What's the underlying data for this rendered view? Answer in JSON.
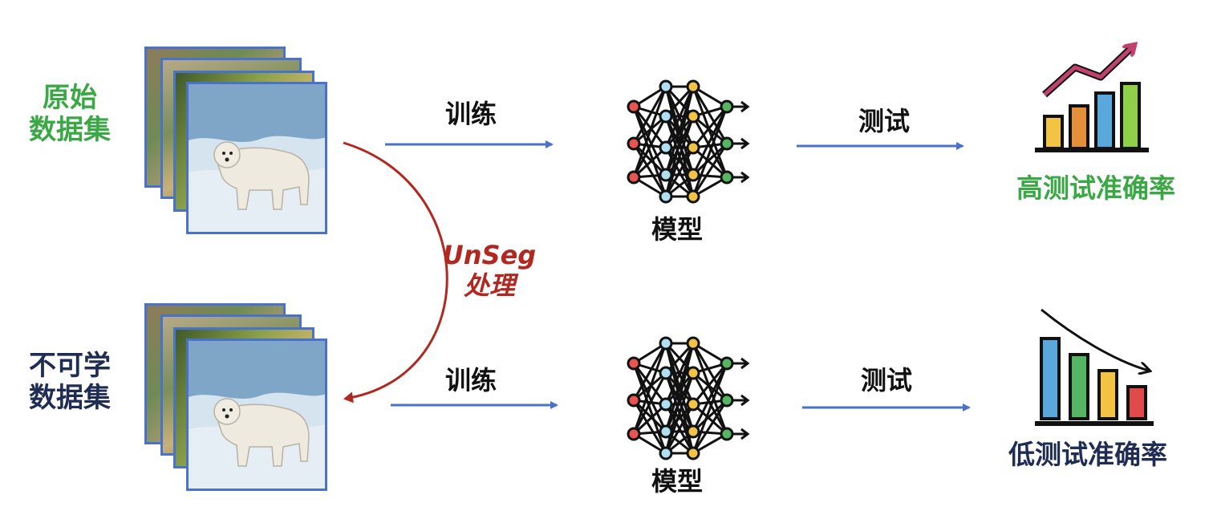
{
  "datasets": {
    "original_label": "原始\n数据集",
    "unlearnable_label": "不可学\n数据集"
  },
  "edges": {
    "train_top": "训练",
    "test_top": "测试",
    "train_bottom": "训练",
    "test_bottom": "测试",
    "unseg": "UnSeg\n处理"
  },
  "models": {
    "top": "模型",
    "bottom": "模型"
  },
  "results": {
    "high": "高测试准确率",
    "low": "低测试准确率"
  },
  "colors": {
    "green": "#3aa845",
    "navy": "#1f2d55",
    "arrow_blue": "#4a72c8",
    "curve_red": "#b0281f",
    "node_red": "#e8544f",
    "node_blue": "#aee0f2",
    "node_yellow": "#f3c443",
    "node_green": "#55b562",
    "bar_yellow": "#f3c443",
    "bar_orange": "#e58f3a",
    "bar_blue": "#5aa7dc",
    "bar_green": "#8fcf4a",
    "bar_red": "#e04a4a",
    "trend_pink": "#c0436d"
  },
  "icons": [
    "polar-bear-photo",
    "neural-network-icon",
    "bar-chart-up-icon",
    "bar-chart-down-icon"
  ]
}
